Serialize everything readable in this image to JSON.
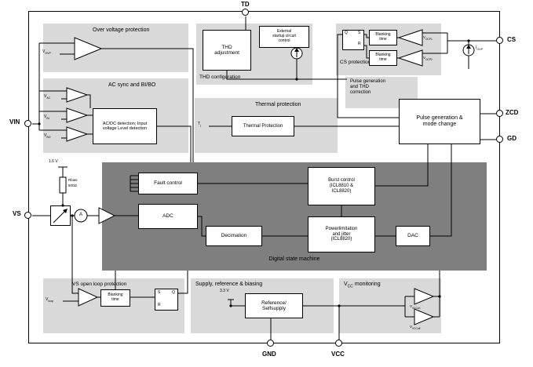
{
  "pins": {
    "td": "TD",
    "cs": "CS",
    "zcd": "ZCD",
    "gd": "GD",
    "vin": "VIN",
    "vs": "VS",
    "gnd": "GND",
    "vcc": "VCC"
  },
  "colors": {
    "region": "#d9d9d9",
    "dsm": "#7f7f7f",
    "line": "#000000"
  },
  "ovp": {
    "title": "Over voltage protection",
    "ref": {
      "b": "V",
      "s": "OVP"
    }
  },
  "thd": {
    "box_lines": [
      "THD",
      "adjustment"
    ],
    "caption": "THD configuration",
    "external_lines": [
      "External",
      "startup circuit",
      "control"
    ]
  },
  "cs_prot": {
    "title": "CS protections",
    "blanking1": [
      "Blanking",
      "time"
    ],
    "blanking2": [
      "Blanking",
      "time"
    ],
    "ff": {
      "q": "Q",
      "s": "S",
      "r": "R"
    },
    "ref1": {
      "b": "V",
      "s": "OCP1"
    },
    "ref2": {
      "b": "V",
      "s": "OCP2"
    },
    "iovp": {
      "b": "I",
      "s": "OVP"
    }
  },
  "pulse": {
    "correction_lines": [
      "Pulse generation",
      "and THD",
      "correction"
    ],
    "mode_lines": [
      "Pulse generation &",
      "mode change"
    ]
  },
  "ac_sync": {
    "title": "AC sync and BI/BO",
    "refs": [
      {
        "b": "V",
        "s": "AC"
      },
      {
        "b": "V",
        "s": "BI"
      },
      {
        "b": "V",
        "s": "BO"
      }
    ],
    "box_lines": [
      "AC/DC detection; Input",
      "voltage Level detection"
    ]
  },
  "thermal": {
    "title": "Thermal protection",
    "box": "Thermal Protection",
    "tj": {
      "b": "T",
      "s": "j"
    }
  },
  "dsm": {
    "label": "Digital state machine",
    "fault": "Fault control",
    "burst_lines": [
      "Burst control",
      "(ICL8810 &",
      "ICL8820)"
    ],
    "adc": "ADC",
    "decimation": "Decimation",
    "power_lines": [
      "Powerlimitation",
      "and jitter",
      "(ICL8820)"
    ],
    "dac": "DAC"
  },
  "vs_input": {
    "v16": "1.6 V",
    "r1": "Rbias",
    "r2": "500Ω",
    "ammeter": "A"
  },
  "olp": {
    "title": "VS open loop protection",
    "blanking": [
      "Blanking",
      "time"
    ],
    "ff": {
      "s": "S",
      "q": "Q",
      "r": "R"
    },
    "ref": {
      "b": "V",
      "s": "loop"
    }
  },
  "supply": {
    "title": "Supply, reference & biasing",
    "box_lines": [
      "Reference/",
      "Selfsupply"
    ],
    "v33": "3.3 V"
  },
  "vcc_mon": {
    "t1": "V",
    "t2": "CC",
    "t3": " monitoring",
    "ref_on": {
      "b": "V",
      "s": "VCCon"
    },
    "ref_off": {
      "b": "V",
      "s": "VCCoff"
    }
  }
}
